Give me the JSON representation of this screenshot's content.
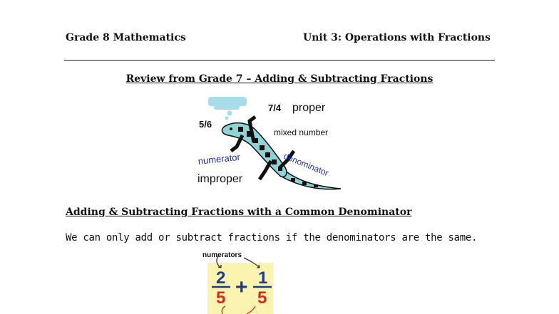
{
  "header": {
    "left": "Grade 8 Mathematics",
    "right": "Unit 3: Operations with Fractions"
  },
  "section1": {
    "title": "Review from Grade 7 – Adding & Subtracting Fractions",
    "illustration": {
      "fraction_a": "7/4",
      "fraction_b": "5/6",
      "label_proper": "proper",
      "label_mixed": "mixed number",
      "label_numerator": "numerator",
      "label_denominator": "denominator",
      "label_improper": "improper"
    }
  },
  "section2": {
    "title": "Adding & Subtracting Fractions with a Common Denominator",
    "text": "We can only add or subtract fractions if the denominators are the same.",
    "diagram": {
      "label_numerators": "numerators",
      "left_num": "2",
      "left_den": "5",
      "operator": "+",
      "right_num": "1",
      "right_den": "5"
    }
  },
  "colors": {
    "salamander": "#8fd3d6",
    "cloud": "#a7dcea",
    "blue_text": "#1c2fb0",
    "numerator": "#1c3c8c",
    "denominator": "#d42a1c",
    "highlight": "#fbf3b0"
  }
}
